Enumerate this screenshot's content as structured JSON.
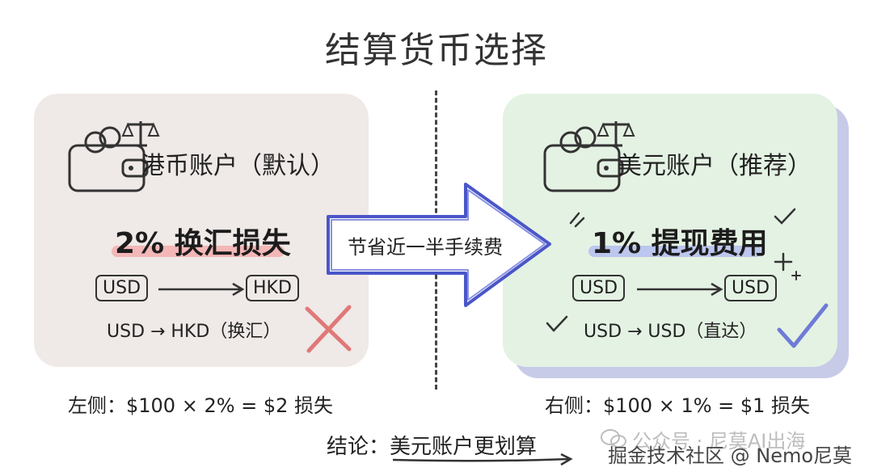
{
  "title": "结算货币选择",
  "left_card": {
    "title": "港币账户（默认）",
    "highlight": "2% 换汇损失",
    "from_box": "USD",
    "to_box": "HKD",
    "flow": "USD → HKD（换汇）",
    "calc": "左侧：$100 × 2% = $2 损失"
  },
  "right_card": {
    "title": "美元账户（推荐）",
    "highlight": "1% 提现费用",
    "from_box": "USD",
    "to_box": "USD",
    "flow": "USD → USD（直达）",
    "calc": "右侧：$100 × 1% = $1 损失"
  },
  "arrow_label": "节省近一半手续费",
  "conclusion": "结论：美元账户更划算",
  "watermarks": {
    "wechat": "公众号 · 尼莫AI出海",
    "juejin": "掘金技术社区 @ Nemo尼莫"
  },
  "colors": {
    "left_card_bg": "#efe9e7",
    "right_card_bg": "#e4f2e3",
    "arrow_stroke": "#4a56c8",
    "loss_highlight": "#f3b7b7",
    "fee_highlight": "#bcc6ee",
    "cross_red": "#e07878",
    "check_blue": "#6f7bd6"
  }
}
